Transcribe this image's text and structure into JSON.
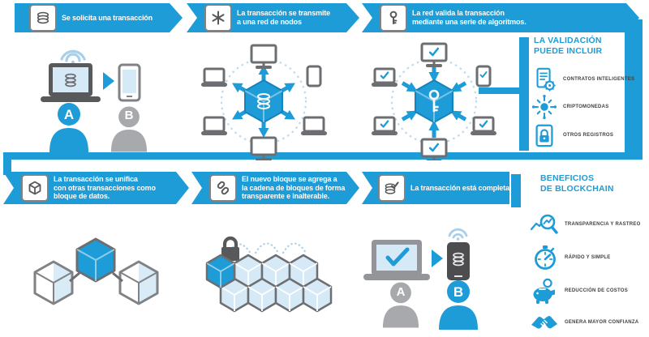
{
  "palette": {
    "accent_blue": "#1E9CD7",
    "dark_gray": "#58595B",
    "device_gray": "#6D6E71",
    "light_blue_screen": "#D6E9F6",
    "soft_blue": "#A9CFE9",
    "person_gray": "#A7A9AC",
    "label_text": "#3F3F41"
  },
  "top_steps": [
    {
      "icon": "coins-icon",
      "label": "Se solicita una transacción"
    },
    {
      "icon": "network-icon",
      "label": "La transacción se transmite\na una red de nodos"
    },
    {
      "icon": "key-icon",
      "label": "La red valida la transacción\nmediante una serie de algoritmos."
    }
  ],
  "bottom_steps": [
    {
      "icon": "cube-icon",
      "label": "La transacción se unifica\ncon otras transacciones como\nbloque de datos."
    },
    {
      "icon": "chain-icon",
      "label": "El nuevo bloque se agrega a\nla cadena de bloques de forma\ntransparente e inalterable."
    },
    {
      "icon": "coins-check-icon",
      "label": "La transacción está completa"
    }
  ],
  "validation_panel": {
    "title": "LA VALIDACIÓN\nPUEDE INCLUIR",
    "items": [
      {
        "icon": "smart-contract-icon",
        "label": "CONTRATOS INTELIGENTES"
      },
      {
        "icon": "cryptocurrency-icon",
        "label": "CRIPTOMONEDAS"
      },
      {
        "icon": "records-lock-icon",
        "label": "OTROS REGISTROS"
      }
    ]
  },
  "benefits_panel": {
    "title": "BENEFICIOS\nDE BLOCKCHAIN",
    "items": [
      {
        "icon": "transparency-icon",
        "label": "TRANSPARENCIA Y RASTREO"
      },
      {
        "icon": "speed-icon",
        "label": "RÁPIDO Y SIMPLE"
      },
      {
        "icon": "savings-icon",
        "label": "REDUCCIÓN DE COSTOS"
      },
      {
        "icon": "trust-icon",
        "label": "GENERA MAYOR CONFIANZA"
      }
    ]
  },
  "actors": {
    "a": "A",
    "b": "B"
  }
}
